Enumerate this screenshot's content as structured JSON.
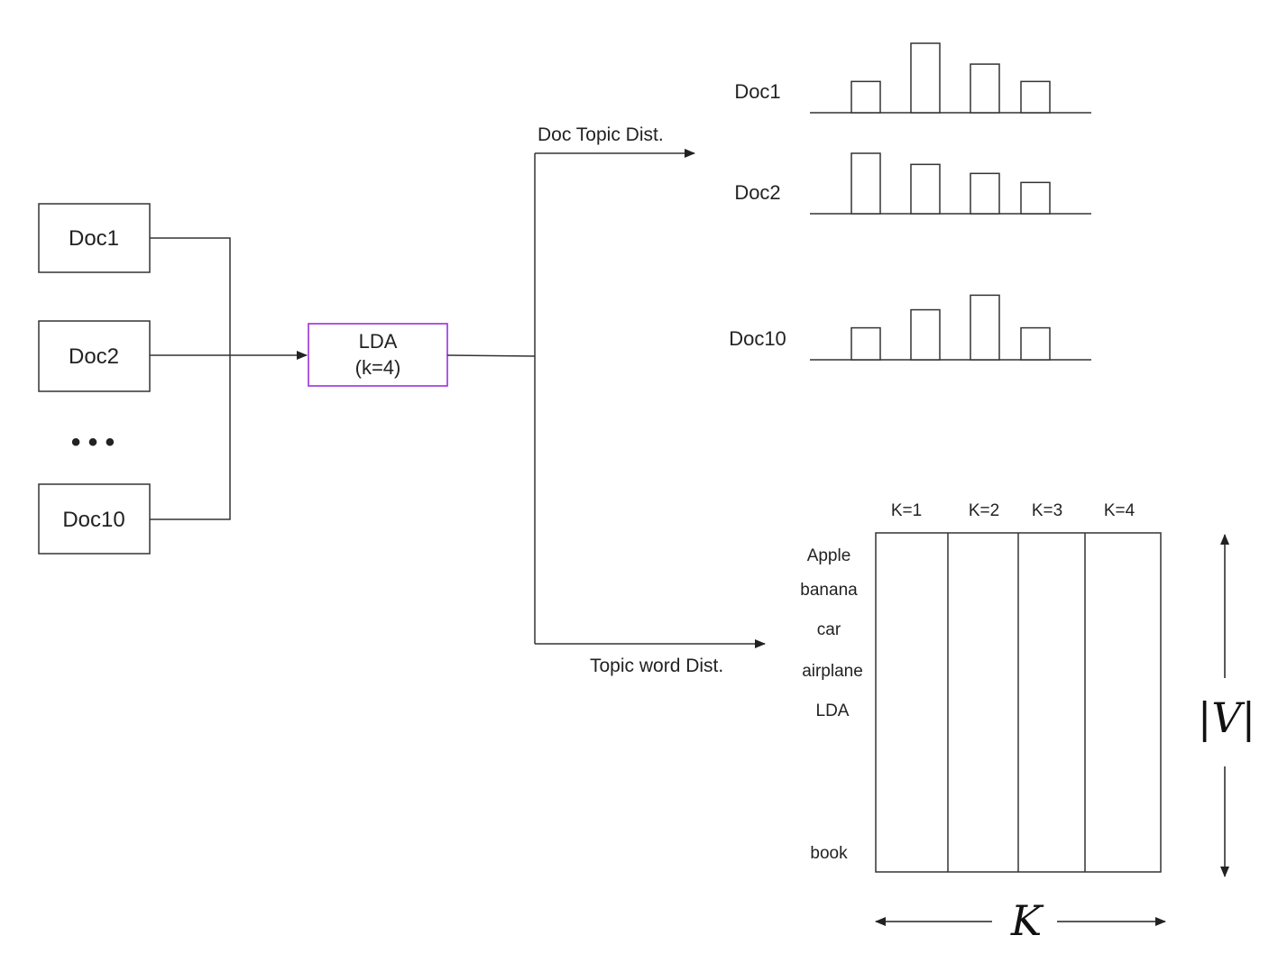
{
  "inputs": {
    "docs": [
      "Doc1",
      "Doc2",
      "Doc10"
    ],
    "ellipsis": "• • •"
  },
  "model": {
    "line1": "LDA",
    "line2": "(k=4)",
    "border_color": "#9b30e0"
  },
  "branches": {
    "doc_topic": "Doc Topic Dist.",
    "topic_word": "Topic word Dist."
  },
  "doc_topic_dist": [
    {
      "label": "Doc1",
      "bars": [
        0.45,
        1.0,
        0.7,
        0.45
      ]
    },
    {
      "label": "Doc2",
      "bars": [
        0.87,
        0.71,
        0.58,
        0.45
      ]
    },
    {
      "label": "Doc10",
      "bars": [
        0.46,
        0.72,
        0.93,
        0.46
      ]
    }
  ],
  "topic_word_matrix": {
    "columns": [
      "K=1",
      "K=2",
      "K=3",
      "K=4"
    ],
    "words": [
      "Apple",
      "banana",
      "car",
      "airplane",
      "LDA",
      "book"
    ],
    "v_label": "|V|",
    "k_label": "K"
  }
}
